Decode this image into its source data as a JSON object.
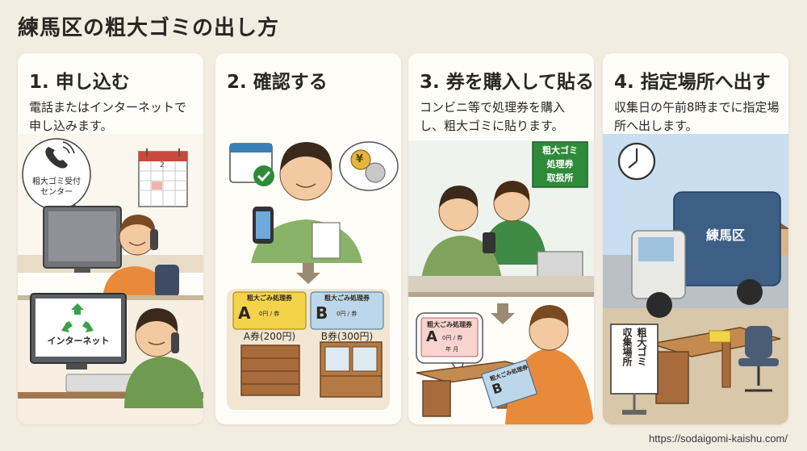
{
  "title": "練馬区の粗大ゴミの出し方",
  "steps": [
    {
      "title": "1. 申し込む",
      "desc": "電話またはインターネットで申し込みます。",
      "center_bubble": "粗大ゴミ受付センター",
      "calendar_num": "2",
      "internet_label": "インターネット"
    },
    {
      "title": "2. 確認する",
      "desc": "",
      "yen": "¥",
      "ticket_a_header": "粗大ごみ処理券",
      "ticket_a_letter": "A",
      "ticket_a_sub": "0円 / 券",
      "ticket_a_label": "A券(200円)",
      "ticket_b_header": "粗大ごみ処理券",
      "ticket_b_letter": "B",
      "ticket_b_sub": "0円 / 券",
      "ticket_b_label": "B券(300円)"
    },
    {
      "title": "3. 券を購入して貼る",
      "desc": "コンビニ等で処理券を購入し、粗大ゴミに貼ります。",
      "shop_sign": [
        "粗大ゴミ",
        "処理券",
        "取扱所"
      ],
      "bubble_header": "粗大ごみ処理券",
      "bubble_letter": "A",
      "bubble_sub": "0円 / 券",
      "bubble_field": "年 月",
      "held_header": "粗大ごみ処理券",
      "held_letter": "B"
    },
    {
      "title": "4. 指定場所へ出す",
      "desc": "収集日の午前8時までに指定場所へ出します。",
      "truck_label": "練馬区",
      "sign_lines": [
        "粗大ゴミ",
        "収集場所"
      ]
    }
  ],
  "url": "https://sodaigomi-kaishu.com/",
  "colors": {
    "background": "#f3ece0",
    "card": "#fffdf8",
    "accent_green": "#2e8b3a",
    "skin": "#f2c9a0",
    "wood": "#a86b3c",
    "truck_blue": "#3d5f86"
  }
}
